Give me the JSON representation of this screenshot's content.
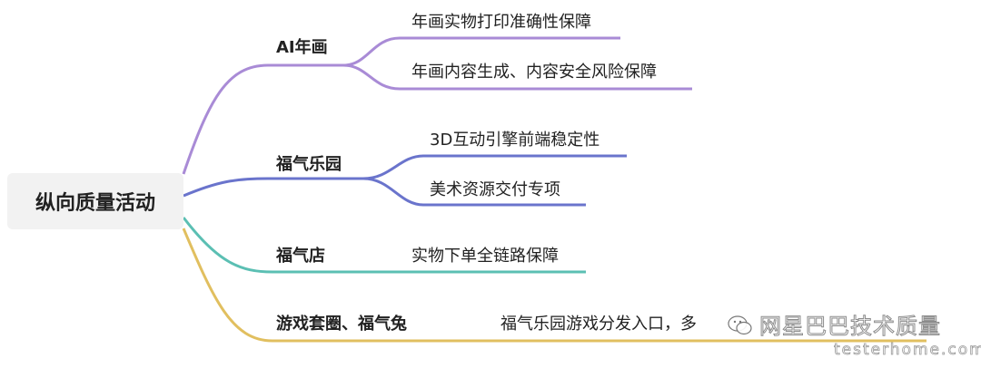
{
  "root": {
    "label": "纵向质量活动"
  },
  "branches": [
    {
      "label": "AI年画",
      "color": "#a98bd6",
      "children": [
        "年画实物打印准确性保障",
        "年画内容生成、内容安全风险保障"
      ]
    },
    {
      "label": "福气乐园",
      "color": "#6a74cc",
      "children": [
        "3D互动引擎前端稳定性",
        "美术资源交付专项"
      ]
    },
    {
      "label": "福气店",
      "color": "#5bbfb3",
      "children": [
        "实物下单全链路保障"
      ]
    },
    {
      "label": "游戏套圈、福气兔",
      "color": "#e1bf5f",
      "children": [
        "福气乐园游戏分发入口，多"
      ]
    }
  ],
  "watermark": {
    "title": "网星巴巴技术质量",
    "site": "testerhome.com"
  }
}
